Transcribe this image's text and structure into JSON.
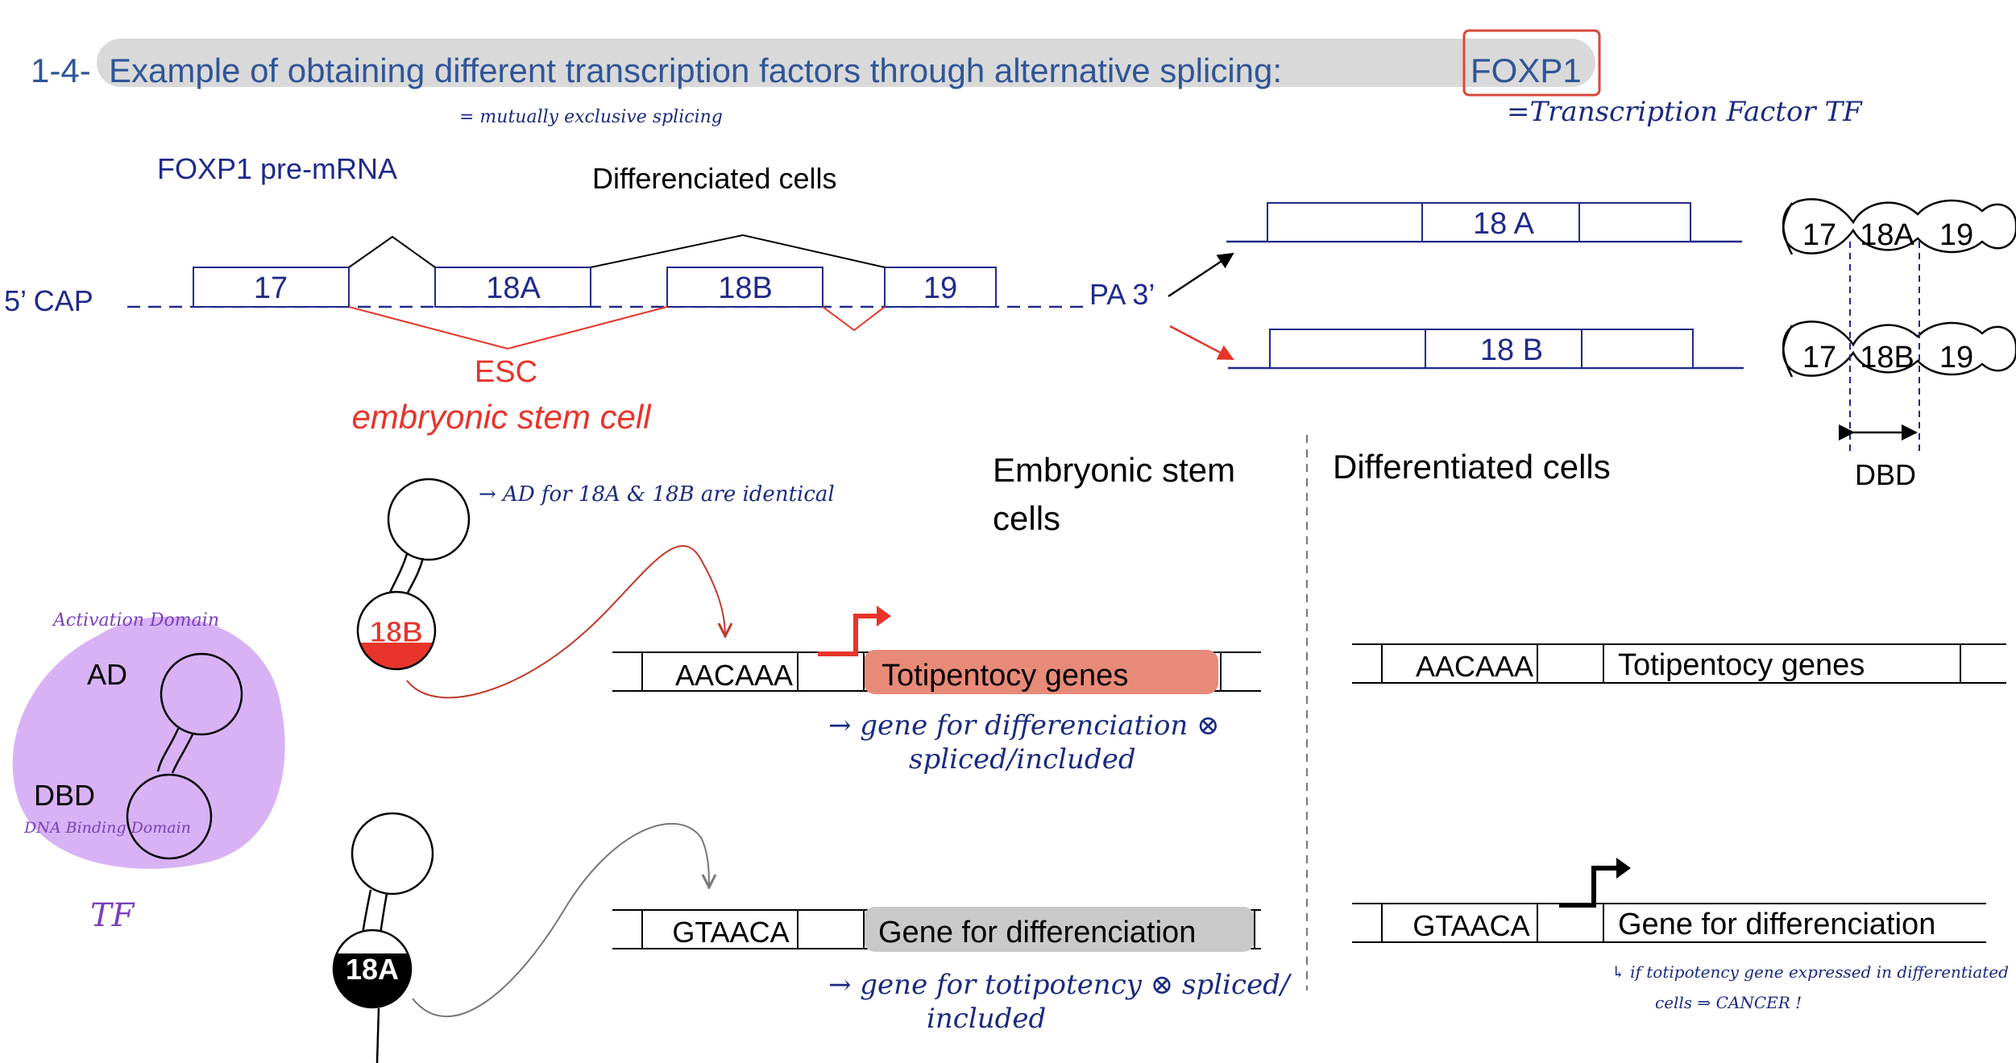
{
  "title": {
    "prefix": "1-4-",
    "text": "Example of obtaining different transcription factors through alternative splicing:",
    "highlight": "FOXP1",
    "note_tf": "=Transcription Factor TF",
    "note_mutual": "= mutually exclusive splicing"
  },
  "premrna": {
    "label": "FOXP1 pre-mRNA",
    "cap": "5’ CAP",
    "pa": "PA 3’",
    "exons": [
      "17",
      "18A",
      "18B",
      "19"
    ],
    "diff_label": "Differenciated cells",
    "esc_label": "ESC",
    "esc_full": "embryonic stem cell"
  },
  "mrnas": {
    "top_exon": "18 A",
    "bottom_exon": "18 B"
  },
  "proteins": {
    "top": [
      "17",
      "18A",
      "19"
    ],
    "bottom": [
      "17",
      "18B",
      "19"
    ],
    "dbd": "DBD"
  },
  "tf_blob": {
    "activation_note": "Activation Domain",
    "ad": "AD",
    "dbd": "DBD",
    "dna_note": "DNA Binding Domain",
    "tf": "TF"
  },
  "esc_section": {
    "header": [
      "Embryonic stem",
      "cells"
    ],
    "note_ad": "→ AD for 18A & 18B are identical",
    "protein_top": "18B",
    "protein_bottom": "18A",
    "motif_top": "AACAAA",
    "gene_top": "Totipentocy genes",
    "note_top": [
      "→ gene for differenciation ⊗",
      "spliced/included"
    ],
    "motif_bottom": "GTAACA",
    "gene_bottom": "Gene for differenciation",
    "note_bottom": [
      "→ gene for totipotency ⊗ spliced/",
      "included"
    ]
  },
  "diff_section": {
    "header": "Differentiated cells",
    "motif_top": "AACAAA",
    "gene_top": "Totipentocy genes",
    "motif_bottom": "GTAACA",
    "gene_bottom": "Gene for differenciation",
    "note": [
      "↳ if totipotency gene expressed in differentiated",
      "cells ⇒ CANCER !"
    ]
  },
  "colors": {
    "navy": "#22309a",
    "red": "#e8342a",
    "salmon": "#e88a78",
    "purple": "#7a3fc0",
    "lilac": "#d8b2f4",
    "gray_band": "#d9d9d9"
  }
}
